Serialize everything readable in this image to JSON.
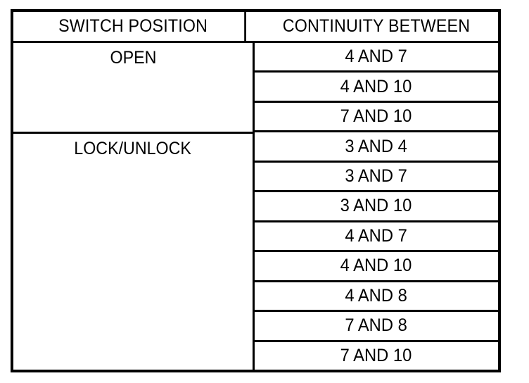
{
  "table": {
    "headers": {
      "switch_position": "SWITCH POSITION",
      "continuity_between": "CONTINUITY BETWEEN"
    },
    "groups": [
      {
        "label": "OPEN",
        "rows": [
          "4 AND 7",
          "4 AND 10",
          "7 AND 10"
        ]
      },
      {
        "label": "LOCK/UNLOCK",
        "rows": [
          "3 AND 4",
          "3 AND 7",
          "3 AND 10",
          "4 AND 7",
          "4 AND 10",
          "4 AND 8",
          "7 AND 8",
          "7 AND 10"
        ]
      }
    ],
    "colors": {
      "border": "#000000",
      "background": "#ffffff",
      "text": "#000000"
    }
  }
}
